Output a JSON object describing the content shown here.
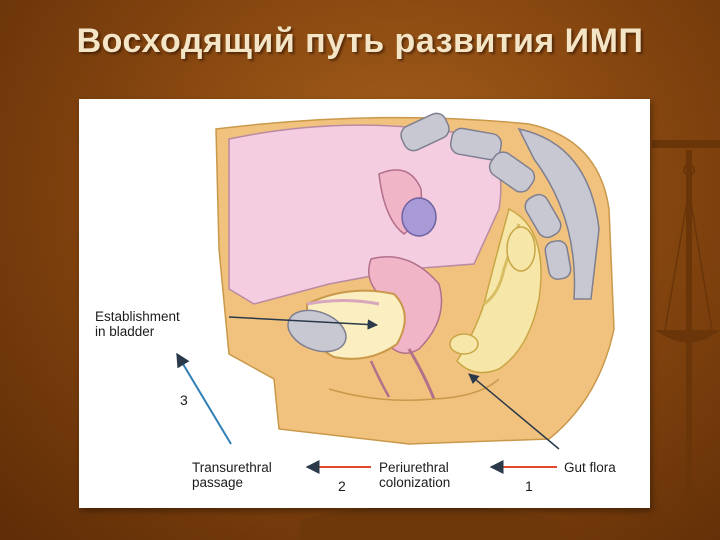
{
  "slide": {
    "title": "Восходящий путь развития ИМП"
  },
  "diagram": {
    "labels": {
      "establishment_line1": "Establishment",
      "establishment_line2": "in bladder",
      "transurethral_line1": "Transurethral",
      "transurethral_line2": "passage",
      "periurethral_line1": "Periurethral",
      "periurethral_line2": "colonization",
      "gut_flora": "Gut flora"
    },
    "steps": {
      "step1": "1",
      "step2": "2",
      "step3": "3"
    }
  },
  "colors": {
    "background": "#874710",
    "title": "#f4e5c6",
    "tissue": "#f1c27d",
    "peritoneal_cavity": "#f5cde0",
    "bone": "#c8c8d2",
    "bladder_fill": "#fbeec0",
    "uterus": "#f1b5c8",
    "ovary": "#a89ad6",
    "arrow": "#2a3a4a"
  }
}
